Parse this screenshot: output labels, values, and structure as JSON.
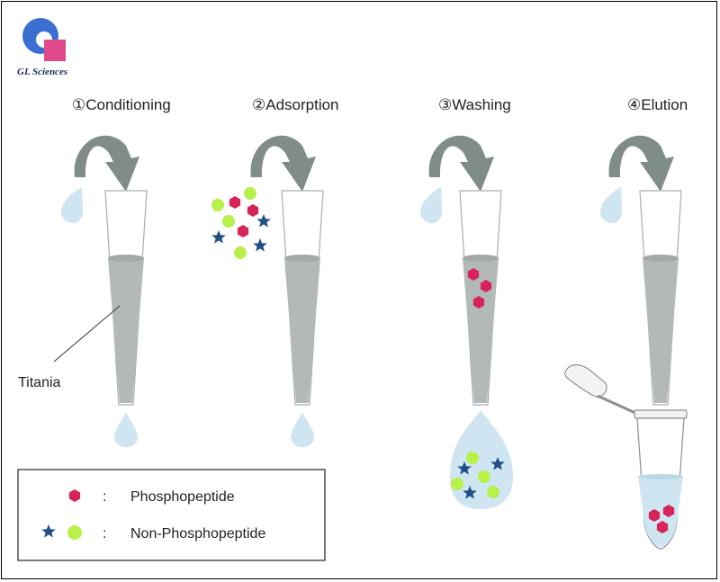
{
  "logo": {
    "text": "GL Sciences",
    "colors": {
      "blue": "#3a6fd0",
      "pink": "#e04a8a"
    }
  },
  "steps": [
    {
      "id": "conditioning",
      "label": "①Conditioning"
    },
    {
      "id": "adsorption",
      "label": "②Adsorption"
    },
    {
      "id": "washing",
      "label": "③Washing"
    },
    {
      "id": "elution",
      "label": "④Elution"
    }
  ],
  "callout": {
    "label": "Titania"
  },
  "legend": {
    "separator": ":",
    "items": [
      {
        "id": "phospho",
        "label": "Phosphopeptide",
        "icons": [
          "hexagon-icon"
        ]
      },
      {
        "id": "non-phospho",
        "label": "Non-Phosphopeptide",
        "icons": [
          "star-icon",
          "circle-icon"
        ]
      }
    ]
  },
  "colors": {
    "arrow": "#7f8c8a",
    "liquid": "#cfe6f2",
    "titania": "#b3b8b8",
    "phospho": "#d6245a",
    "non_phospho_star": "#1f4f86",
    "non_phospho_circle": "#b8f04a"
  }
}
